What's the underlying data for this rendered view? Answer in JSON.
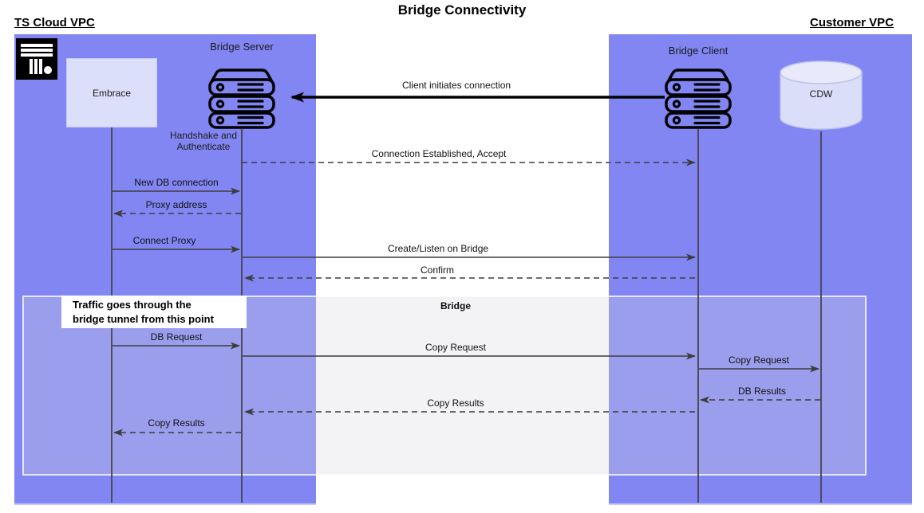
{
  "diagram_title": "Bridge Connectivity",
  "regions": {
    "left": {
      "label": "TS Cloud VPC"
    },
    "right": {
      "label": "Customer VPC"
    }
  },
  "nodes": {
    "embrace": {
      "label": "Embrace"
    },
    "bridge_server": {
      "label": "Bridge Server",
      "sublabel": "Handshake and\nAuthenticate"
    },
    "bridge_client": {
      "label": "Bridge Client"
    },
    "cdw": {
      "label": "CDW"
    }
  },
  "bridge_box": {
    "label": "Bridge"
  },
  "note": {
    "text": "Traffic goes through the\nbridge tunnel from this point"
  },
  "messages": [
    {
      "id": "client-initiates",
      "label": "Client initiates connection",
      "from": "bridge_client",
      "to": "bridge_server",
      "line": "solid-thick"
    },
    {
      "id": "connection-established",
      "label": "Connection Established, Accept",
      "from": "bridge_server",
      "to": "bridge_client",
      "line": "dashed"
    },
    {
      "id": "new-db-connection",
      "label": "New DB connection",
      "from": "embrace",
      "to": "bridge_server",
      "line": "solid"
    },
    {
      "id": "proxy-address",
      "label": "Proxy address",
      "from": "bridge_server",
      "to": "embrace",
      "line": "dashed"
    },
    {
      "id": "connect-proxy",
      "label": "Connect Proxy",
      "from": "embrace",
      "to": "bridge_server",
      "line": "solid"
    },
    {
      "id": "create-listen-on-bridge",
      "label": "Create/Listen on Bridge",
      "from": "bridge_server",
      "to": "bridge_client",
      "line": "solid"
    },
    {
      "id": "confirm",
      "label": "Confirm",
      "from": "bridge_client",
      "to": "bridge_server",
      "line": "dashed"
    },
    {
      "id": "db-request",
      "label": "DB Request",
      "from": "embrace",
      "to": "bridge_server",
      "line": "solid"
    },
    {
      "id": "copy-request-bridge",
      "label": "Copy Request",
      "from": "bridge_server",
      "to": "bridge_client",
      "line": "solid"
    },
    {
      "id": "copy-request-cdw",
      "label": "Copy Request",
      "from": "bridge_client",
      "to": "cdw",
      "line": "solid"
    },
    {
      "id": "db-results",
      "label": "DB Results",
      "from": "cdw",
      "to": "bridge_client",
      "line": "dashed"
    },
    {
      "id": "copy-results-bridge",
      "label": "Copy Results",
      "from": "bridge_client",
      "to": "bridge_server",
      "line": "dashed"
    },
    {
      "id": "copy-results-embrace",
      "label": "Copy Results",
      "from": "bridge_server",
      "to": "embrace",
      "line": "dashed"
    }
  ],
  "colors": {
    "vpc_fill": "#8186f3",
    "node_fill": "#dcdff9",
    "bridge_overlay": "#f4f4f6",
    "arrow": "#3d3d3d",
    "thick_arrow": "#000000",
    "note_bg": "#ffffff",
    "text": "#111111"
  }
}
